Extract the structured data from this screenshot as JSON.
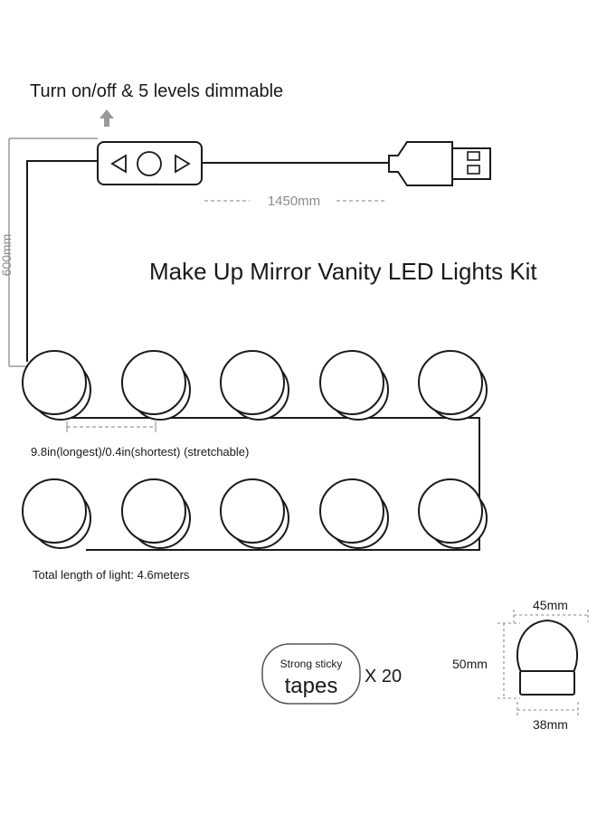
{
  "feature_text": "Turn on/off & 5 levels dimmable",
  "dimensions": {
    "cable_length": "1450mm",
    "vertical_length": "600mm",
    "bulb_spacing": "9.8in(longest)/0.4in(shortest) (stretchable)"
  },
  "title": "Make Up Mirror Vanity LED Lights Kit",
  "total_length": "Total length of light: 4.6meters",
  "tapes": {
    "line1": "Strong sticky",
    "line2": "tapes",
    "quantity": "X 20"
  },
  "bulb_dimensions": {
    "top_width": "45mm",
    "height": "50mm",
    "base_width": "38mm"
  },
  "bulb_counts": {
    "top_row": 5,
    "bottom_row": 5
  },
  "colors": {
    "line": "#1a1a1a",
    "dimension": "#8a8a8a"
  }
}
